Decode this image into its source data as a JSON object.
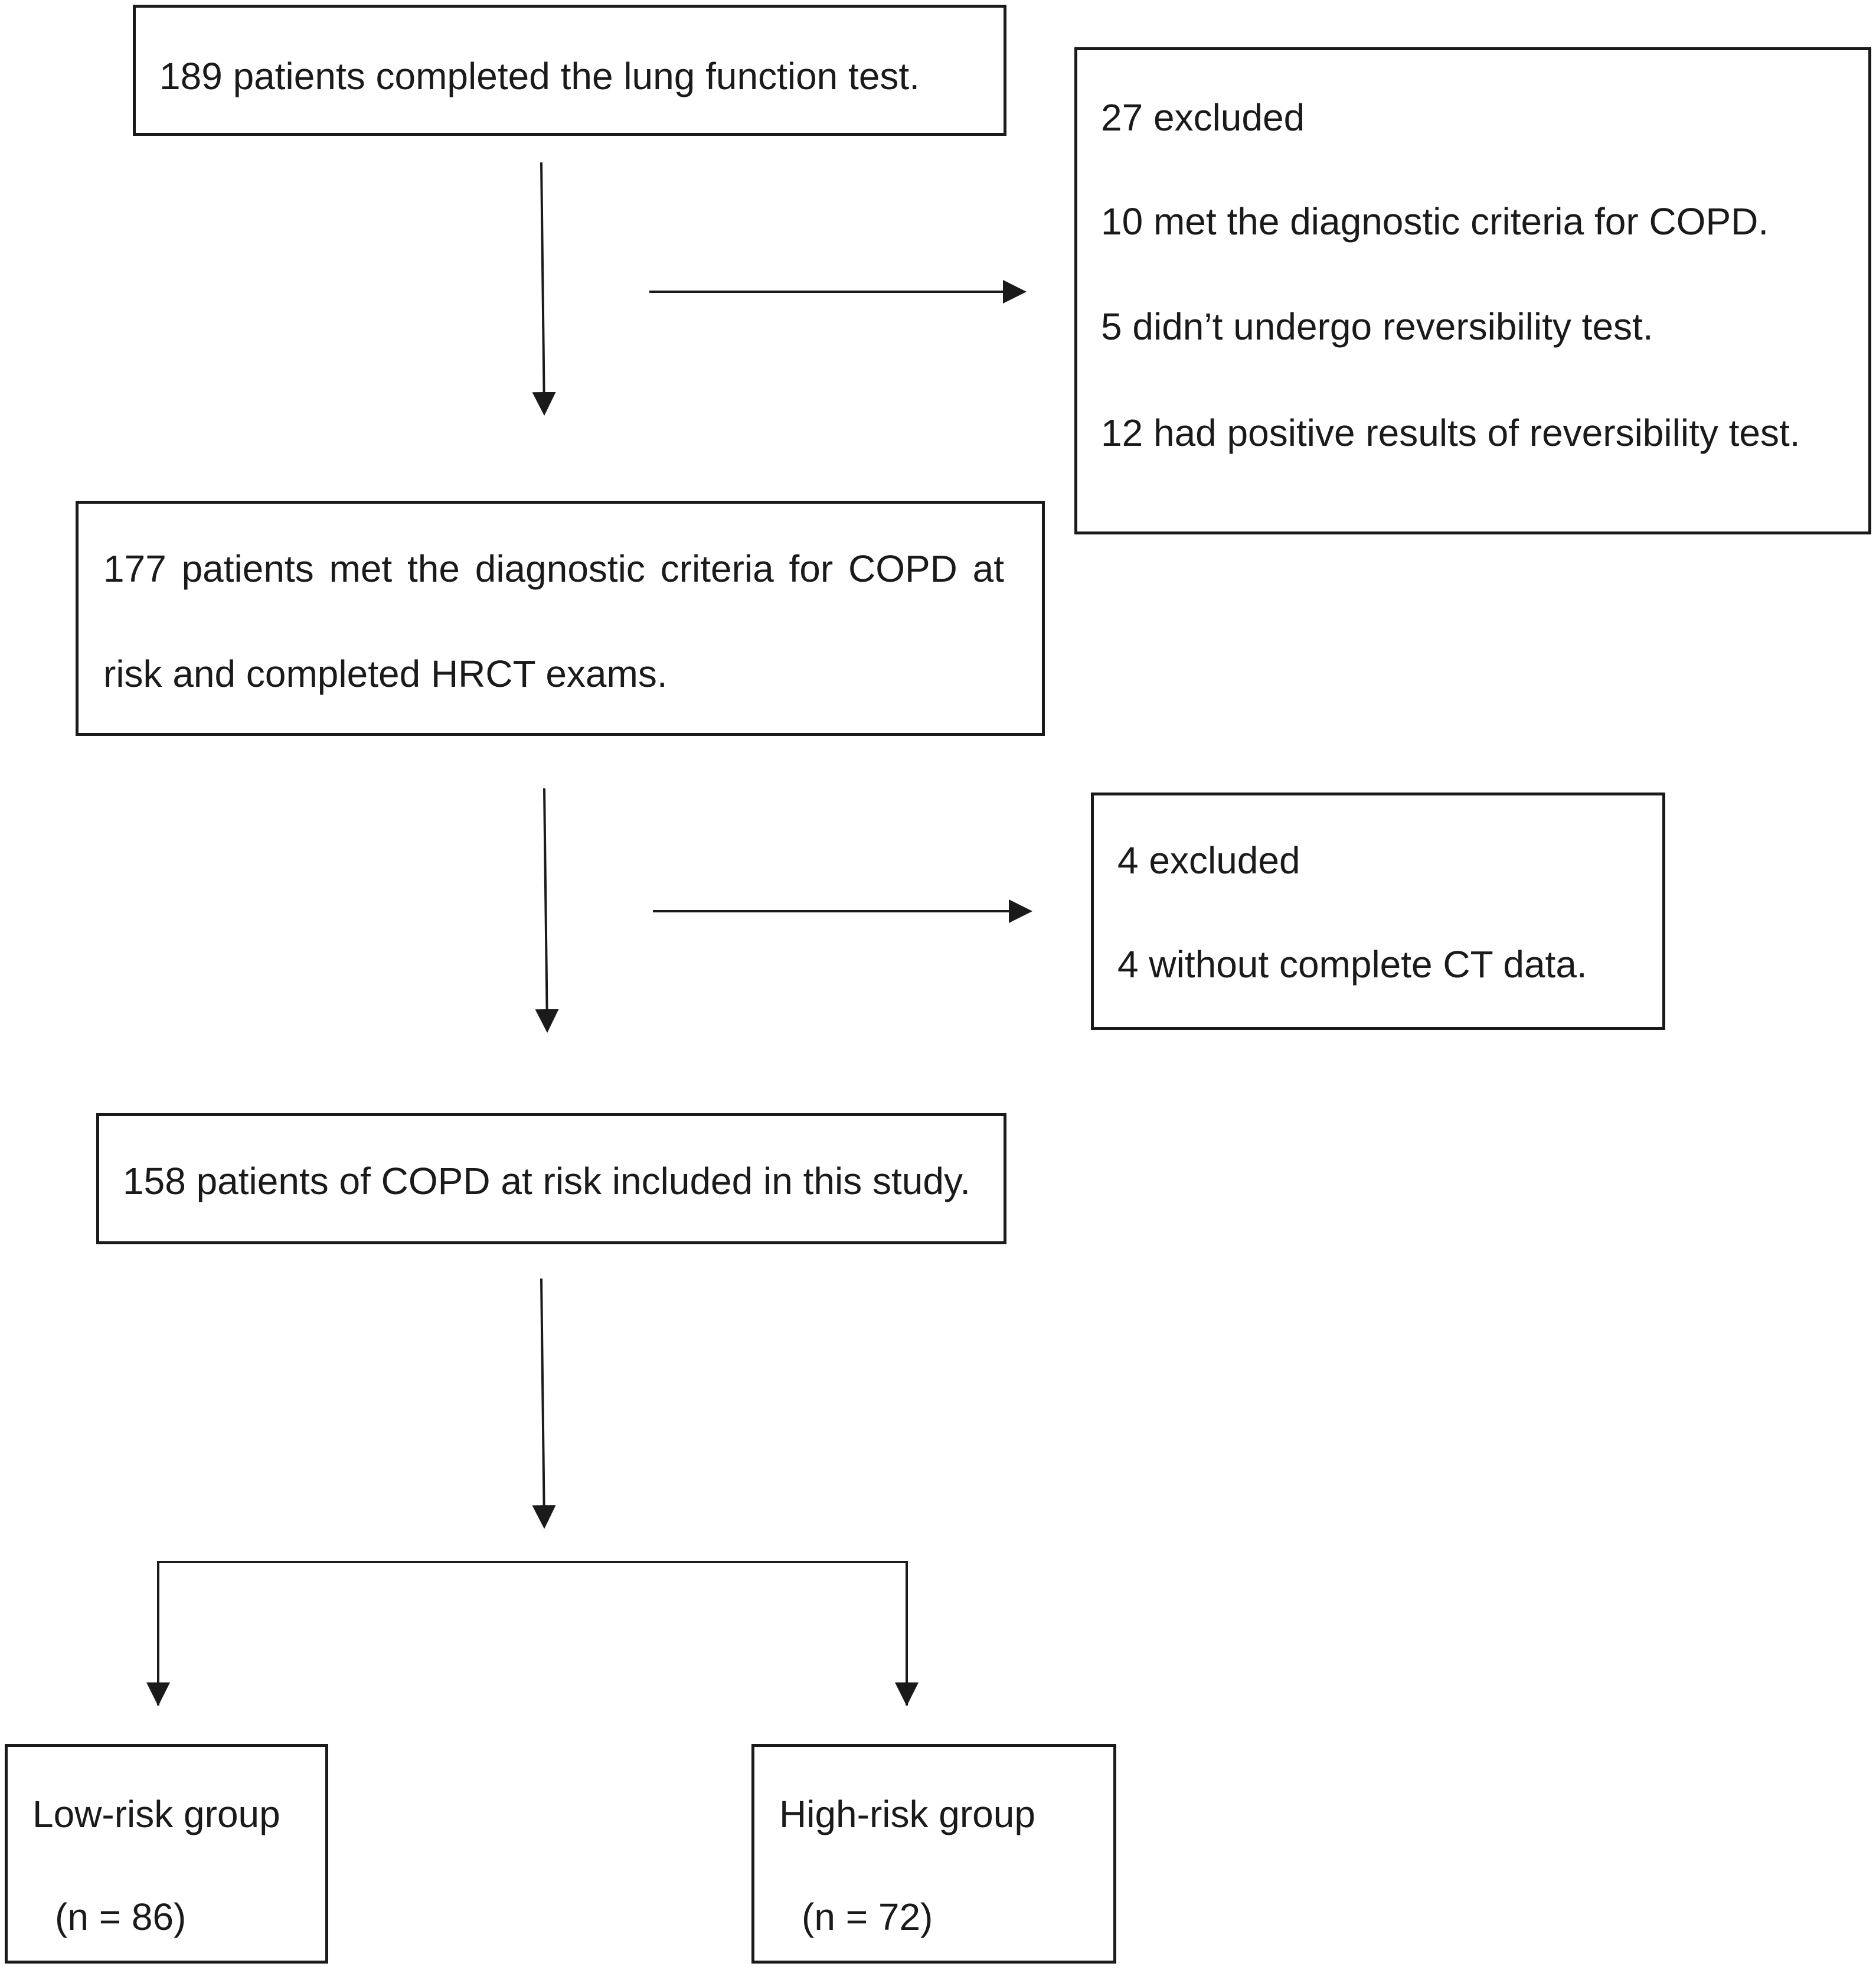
{
  "steps": {
    "completed": {
      "text": "189 patients completed the lung function test."
    },
    "exclusion1": {
      "title": "27 excluded",
      "reasons": [
        "10 met the diagnostic criteria for COPD.",
        "5 didn’t undergo reversibility test.",
        "12 had positive results of reversibility test."
      ]
    },
    "met_criteria": {
      "line1": "177 patients met the diagnostic criteria for COPD at",
      "line2": "risk and completed HRCT exams."
    },
    "exclusion2": {
      "title": "4 excluded",
      "reasons": [
        "4 without complete CT data."
      ]
    },
    "included": {
      "text": "158 patients of COPD at risk included in this study."
    },
    "groups": [
      {
        "label": "Low-risk group",
        "n": "(n = 86)"
      },
      {
        "label": "High-risk group",
        "n": "(n = 72)"
      }
    ]
  }
}
